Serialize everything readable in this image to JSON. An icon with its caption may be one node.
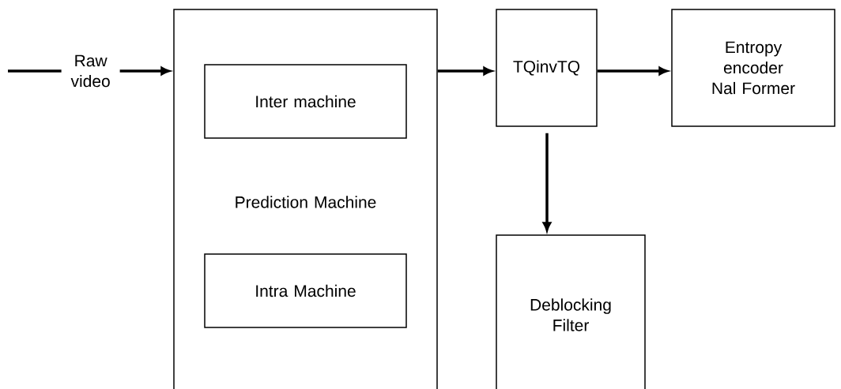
{
  "diagram": {
    "nodes": [
      {
        "text": [
          "Prediction Machine"
        ]
      },
      {
        "text": [
          "Inter machine"
        ],
        "in": 0
      },
      {
        "text": [
          "Intra Machine"
        ],
        "in": 0
      },
      {
        "text": [
          "TQinvTQ"
        ]
      },
      {
        "text": [
          "Entropy encoder Nal Former"
        ]
      },
      {
        "text": [
          "Deblocking Filter"
        ]
      }
    ],
    "edges": [
      {
        "from": null,
        "to": 0,
        "arrow": "to",
        "label": "Raw video"
      },
      {
        "from": 0,
        "to": 3,
        "arrow": "to"
      },
      {
        "from": 3,
        "to": 4,
        "arrow": "to"
      },
      {
        "from": 3,
        "to": 5,
        "arrow": "to"
      }
    ]
  }
}
